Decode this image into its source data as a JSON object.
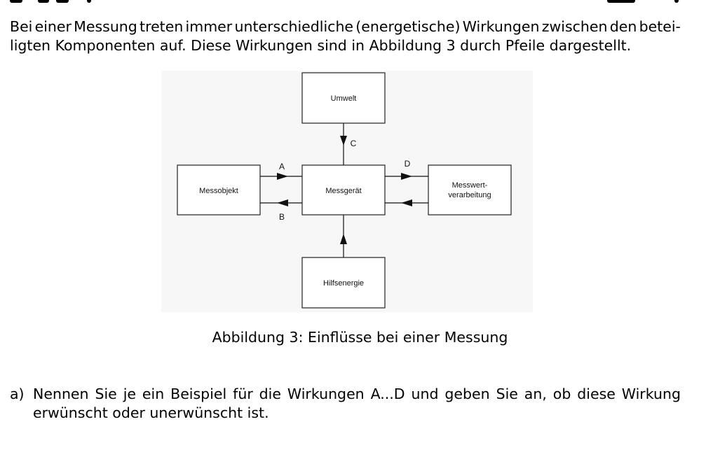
{
  "intro": {
    "line1": [
      "Bei",
      "einer",
      "Messung",
      "treten",
      "immer",
      "unterschiedliche",
      "(energetische)",
      "Wirkungen",
      "zwischen",
      "den",
      "betei-"
    ],
    "line2": [
      "ligten",
      "Komponenten",
      "auf.",
      "Diese",
      "Wirkungen",
      "sind",
      "in",
      "Abbildung",
      "3",
      "durch",
      "Pfeile",
      "dargestellt."
    ]
  },
  "diagram": {
    "boxes": {
      "umwelt": "Umwelt",
      "messobjekt": "Messobjekt",
      "messgeraet": "Messgerät",
      "messwert_line1": "Messwert-",
      "messwert_line2": "verarbeitung",
      "hilfsenergie": "Hilfsenergie"
    },
    "arrow_labels": {
      "a": "A",
      "b": "B",
      "c": "C",
      "d": "D"
    }
  },
  "caption": "Abbildung 3: Einflüsse bei einer Messung",
  "task": {
    "marker": "a)",
    "line1": [
      "Nennen",
      "Sie",
      "je",
      "ein",
      "Beispiel",
      "für",
      "die",
      "Wirkungen",
      "A...D",
      "und",
      "geben",
      "Sie",
      "an,",
      "ob",
      "diese",
      "Wirkung"
    ],
    "line2": "erwünscht oder unerwünscht ist."
  }
}
